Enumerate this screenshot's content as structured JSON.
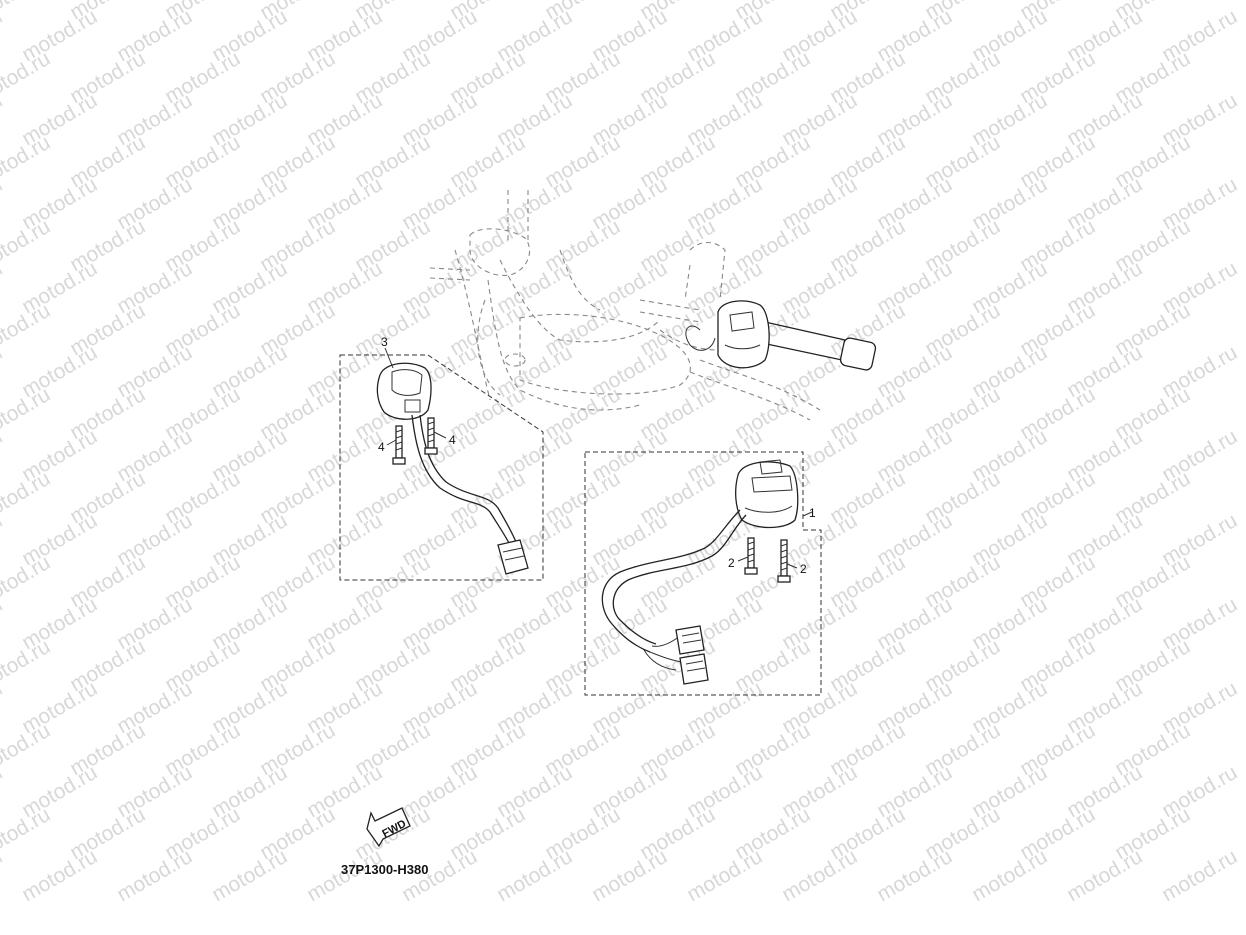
{
  "watermark": "motod.ru",
  "callouts": {
    "switch_right": "1",
    "screw_right_a": "2",
    "screw_right_b": "2",
    "switch_left": "3",
    "screw_left_a": "4",
    "screw_left_b": "4"
  },
  "direction_label": "FWD",
  "diagram_code": "37P1300-H380"
}
